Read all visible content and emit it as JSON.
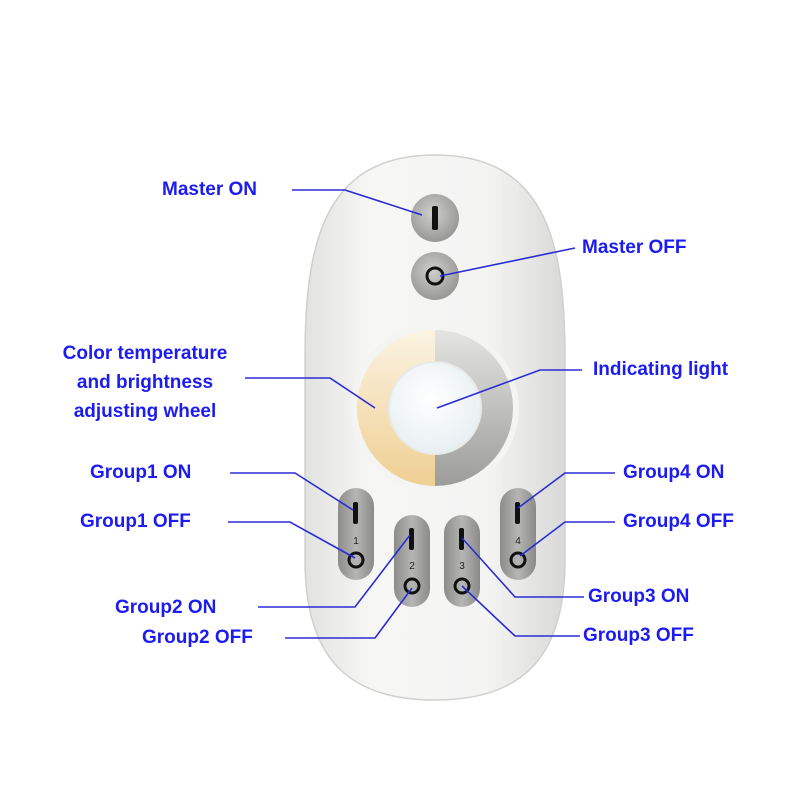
{
  "labels": {
    "master_on": "Master ON",
    "master_off": "Master OFF",
    "wheel": [
      "Color temperature",
      "and brightness",
      "adjusting wheel"
    ],
    "indicator": "Indicating light",
    "group1_on": "Group1 ON",
    "group1_off": "Group1 OFF",
    "group2_on": "Group2 ON",
    "group2_off": "Group2 OFF",
    "group3_on": "Group3 ON",
    "group3_off": "Group3 OFF",
    "group4_on": "Group4 ON",
    "group4_off": "Group4 OFF"
  },
  "group_numbers": [
    "1",
    "2",
    "3",
    "4"
  ],
  "colors": {
    "label": "#1c1cf0",
    "leader_line": "#2b2bd6",
    "remote_body": "#f1f1f0",
    "button": "#a9aaa8",
    "wheel_warm": "#f2d9a6",
    "wheel_cool": "#b8b8b6"
  },
  "icons": {
    "on_symbol": "vertical-bar",
    "off_symbol": "circle"
  }
}
